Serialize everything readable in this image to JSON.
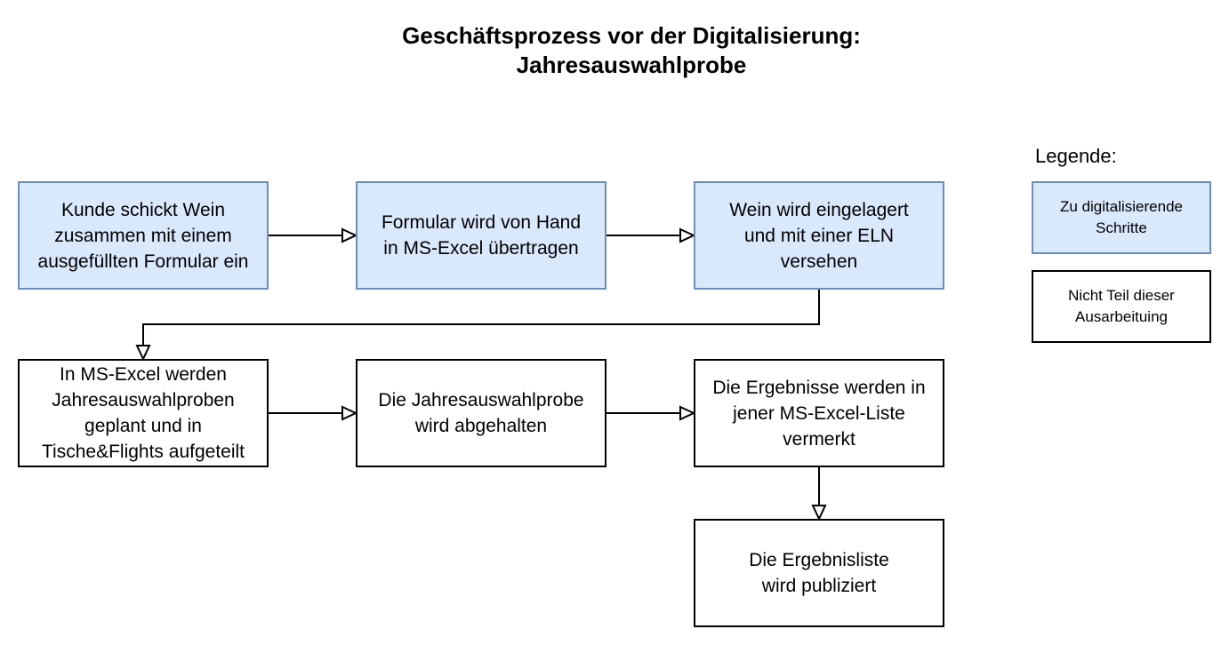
{
  "title": {
    "line1": "Geschäftsprozess vor der Digitalisierung:",
    "line2": "Jahresauswahlprobe"
  },
  "legend": {
    "title": "Legende:",
    "items": [
      {
        "label": "Zu digitalisierende\nSchritte",
        "style": "digital"
      },
      {
        "label": "Nicht Teil dieser\nAusarbeituing",
        "style": "plain"
      }
    ]
  },
  "colors": {
    "digital_fill": "#dae8fc",
    "digital_border": "#6c8ebf",
    "plain_fill": "#ffffff",
    "plain_border": "#000000"
  },
  "steps": [
    {
      "id": "s1",
      "label": "Kunde schickt Wein\nzusammen mit einem\nausgefüllten Formular ein",
      "style": "digital"
    },
    {
      "id": "s2",
      "label": "Formular wird von Hand\nin MS-Excel übertragen",
      "style": "digital"
    },
    {
      "id": "s3",
      "label": "Wein wird eingelagert\nund mit einer ELN\nversehen",
      "style": "digital"
    },
    {
      "id": "s4",
      "label": "In MS-Excel werden\nJahresauswahlproben\ngeplant und in\nTische&Flights aufgeteilt",
      "style": "plain"
    },
    {
      "id": "s5",
      "label": "Die Jahresauswahlprobe\nwird abgehalten",
      "style": "plain"
    },
    {
      "id": "s6",
      "label": "Die Ergebnisse werden in\njener MS-Excel-Liste\nvermerkt",
      "style": "plain"
    },
    {
      "id": "s7",
      "label": "Die Ergebnisliste\nwird publiziert",
      "style": "plain"
    }
  ],
  "edges": [
    {
      "from": "s1",
      "to": "s2"
    },
    {
      "from": "s2",
      "to": "s3"
    },
    {
      "from": "s3",
      "to": "s4"
    },
    {
      "from": "s4",
      "to": "s5"
    },
    {
      "from": "s5",
      "to": "s6"
    },
    {
      "from": "s6",
      "to": "s7"
    }
  ]
}
